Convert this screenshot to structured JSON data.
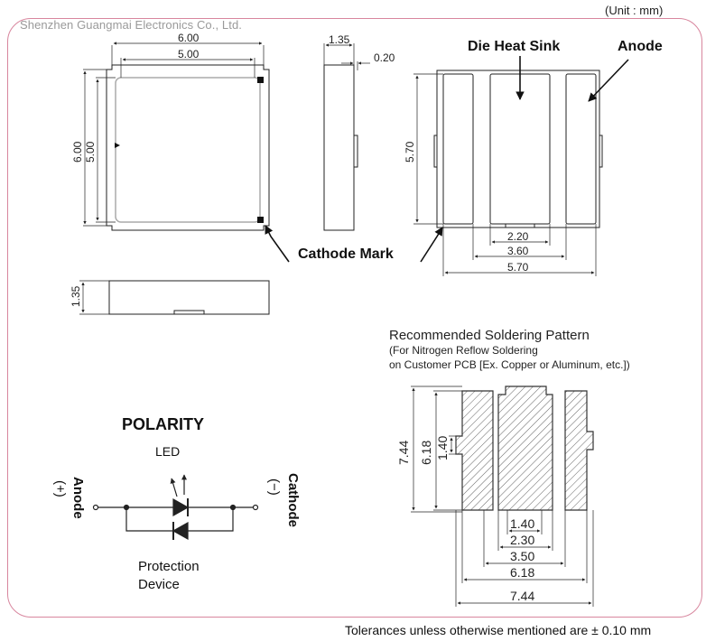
{
  "header": {
    "company": "Shenzhen Guangmai Electronics Co., Ltd.",
    "unit": "(Unit : mm)"
  },
  "top_view": {
    "width_outer": "6.00",
    "width_inner": "5.00",
    "height_outer": "6.00",
    "height_inner": "5.00"
  },
  "side_view": {
    "thickness": "1.35",
    "lead": "0.20"
  },
  "bottom_view": {
    "label_heat_sink": "Die Heat Sink",
    "label_anode": "Anode",
    "height": "5.70",
    "dim_a": "2.20",
    "dim_b": "3.60",
    "dim_c": "5.70"
  },
  "front_view": {
    "thickness": "1.35"
  },
  "cathode_mark": "Cathode Mark",
  "polarity": {
    "title": "POLARITY",
    "led_label": "LED",
    "anode_label": "Anode",
    "anode_sign": "(+)",
    "cathode_label": "Cathode",
    "cathode_sign": "(−)",
    "protection_line1": "Protection",
    "protection_line2": "Device"
  },
  "solder_pattern": {
    "title": "Recommended Soldering Pattern",
    "note_line1": "(For Nitrogen Reflow Soldering",
    "note_line2": "on Customer PCB [Ex. Copper or Aluminum, etc.])",
    "h_outer": "7.44",
    "h_mid": "6.18",
    "h_small": "1.40",
    "w1": "1.40",
    "w2": "2.30",
    "w3": "3.50",
    "w4": "6.18",
    "w5": "7.44"
  },
  "footer": {
    "tolerance": "Tolerances unless otherwise mentioned are ± 0.10 mm"
  }
}
